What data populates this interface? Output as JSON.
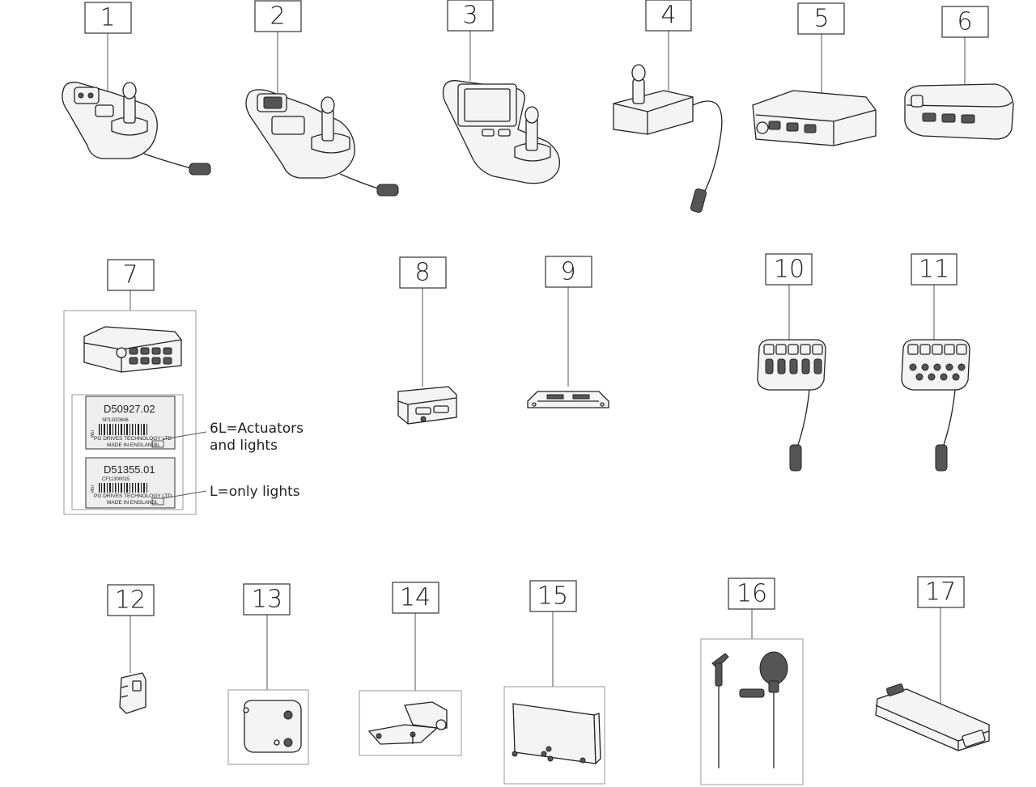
{
  "parts": [
    {
      "num": "1"
    },
    {
      "num": "2"
    },
    {
      "num": "3"
    },
    {
      "num": "4"
    },
    {
      "num": "5"
    },
    {
      "num": "6"
    },
    {
      "num": "7"
    },
    {
      "num": "8"
    },
    {
      "num": "9"
    },
    {
      "num": "10"
    },
    {
      "num": "11"
    },
    {
      "num": "12"
    },
    {
      "num": "13"
    },
    {
      "num": "14"
    },
    {
      "num": "15"
    },
    {
      "num": "16"
    },
    {
      "num": "17"
    }
  ],
  "part7": {
    "label_a": {
      "code": "D50927.02",
      "serial": "SP12G0846",
      "maker": "PG DRIVES TECHNOLOGY LTD",
      "origin": "MADE IN ENGLAND",
      "box": "6L",
      "side": "ISM"
    },
    "label_b": {
      "code": "D51355.01",
      "serial": "CF11300015",
      "maker": "PG DRIVES TECHNOLOGY LTD",
      "origin": "MADE IN ENGLAND",
      "box": "L",
      "side": "ISM"
    },
    "callout_6l_line1": "6L=Actuators",
    "callout_6l_line2": "and lights",
    "callout_l": "L=only lights"
  }
}
